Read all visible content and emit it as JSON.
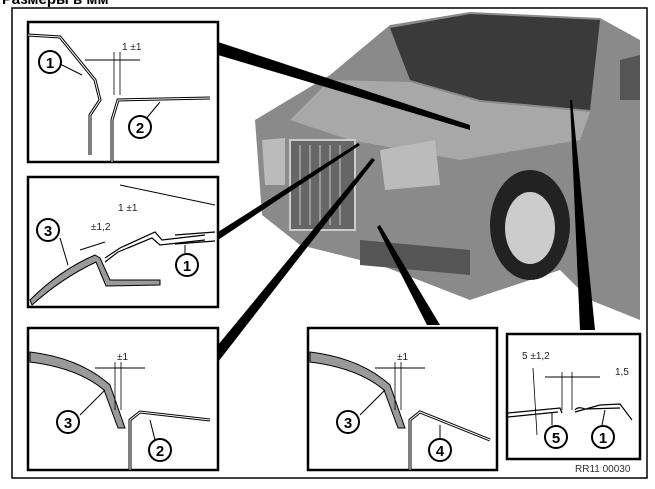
{
  "title": "Размеры в мм",
  "reference": "RR11 00030",
  "panels": {
    "top_left": {
      "dimension": "1 ±1",
      "callouts": [
        "1",
        "2"
      ]
    },
    "middle_left": {
      "dimension_a": "1 ±1",
      "dimension_b": "±1,2",
      "callouts": [
        "3",
        "1"
      ]
    },
    "bottom_left": {
      "dimension": "±1",
      "callouts": [
        "3",
        "2"
      ]
    },
    "bottom_middle": {
      "dimension": "±1",
      "callouts": [
        "3",
        "4"
      ]
    },
    "bottom_right": {
      "dimension_a": "5 ±1,2",
      "dimension_b": "1,5",
      "callouts": [
        "5",
        "1"
      ]
    }
  },
  "colors": {
    "car_body": "#8a8a8a",
    "part_fill": "#9a9a9a",
    "line": "#000000"
  }
}
